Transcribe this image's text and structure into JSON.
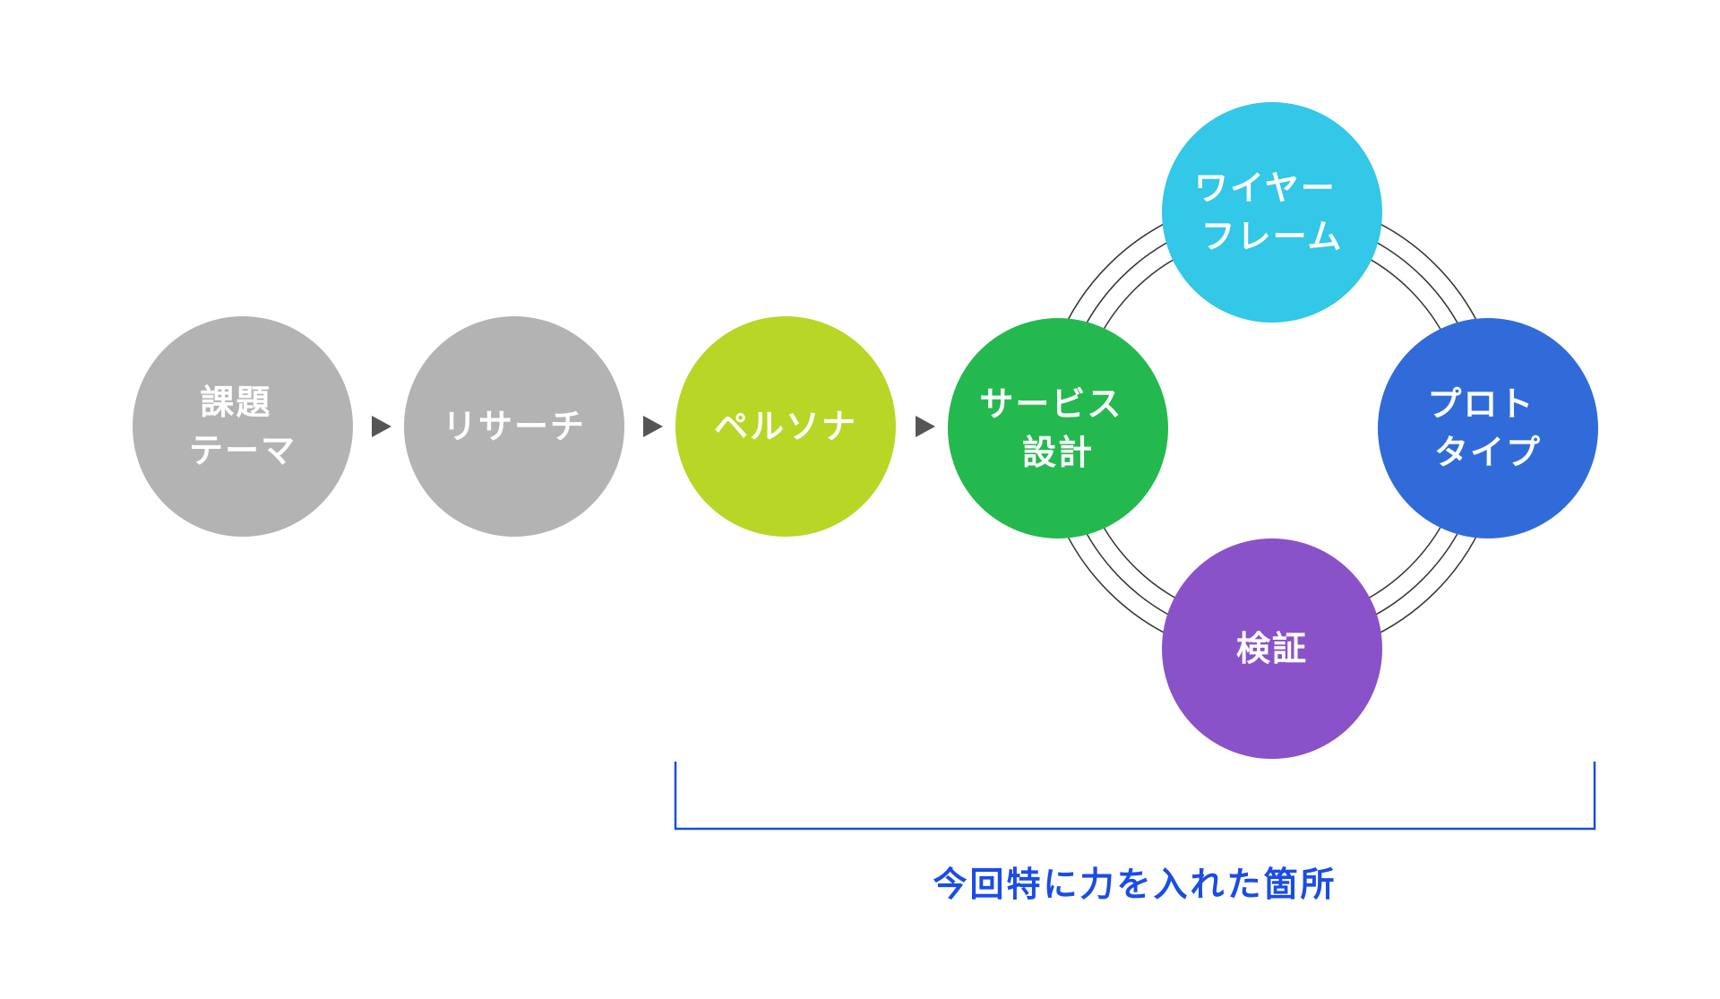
{
  "diagram": {
    "nodes": [
      {
        "id": "kadai-theme",
        "lines": [
          "課題",
          "テーマ"
        ],
        "color": "#b3b3b3"
      },
      {
        "id": "research",
        "lines": [
          "リサーチ"
        ],
        "color": "#b3b3b3"
      },
      {
        "id": "persona",
        "lines": [
          "ペルソナ"
        ],
        "color": "#b8d626"
      },
      {
        "id": "service-design",
        "lines": [
          "サービス",
          "設計"
        ],
        "color": "#24b94f"
      },
      {
        "id": "wireframe",
        "lines": [
          "ワイヤー",
          "フレーム"
        ],
        "color": "#33c7e8"
      },
      {
        "id": "prototype",
        "lines": [
          "プロト",
          "タイプ"
        ],
        "color": "#306bd9"
      },
      {
        "id": "verification",
        "lines": [
          "検証"
        ],
        "color": "#8a52c8"
      }
    ],
    "arrow_color": "#555555",
    "ring_color": "#333333",
    "bracket_color": "#1a4ce6",
    "caption": "今回特に力を入れた箇所"
  }
}
